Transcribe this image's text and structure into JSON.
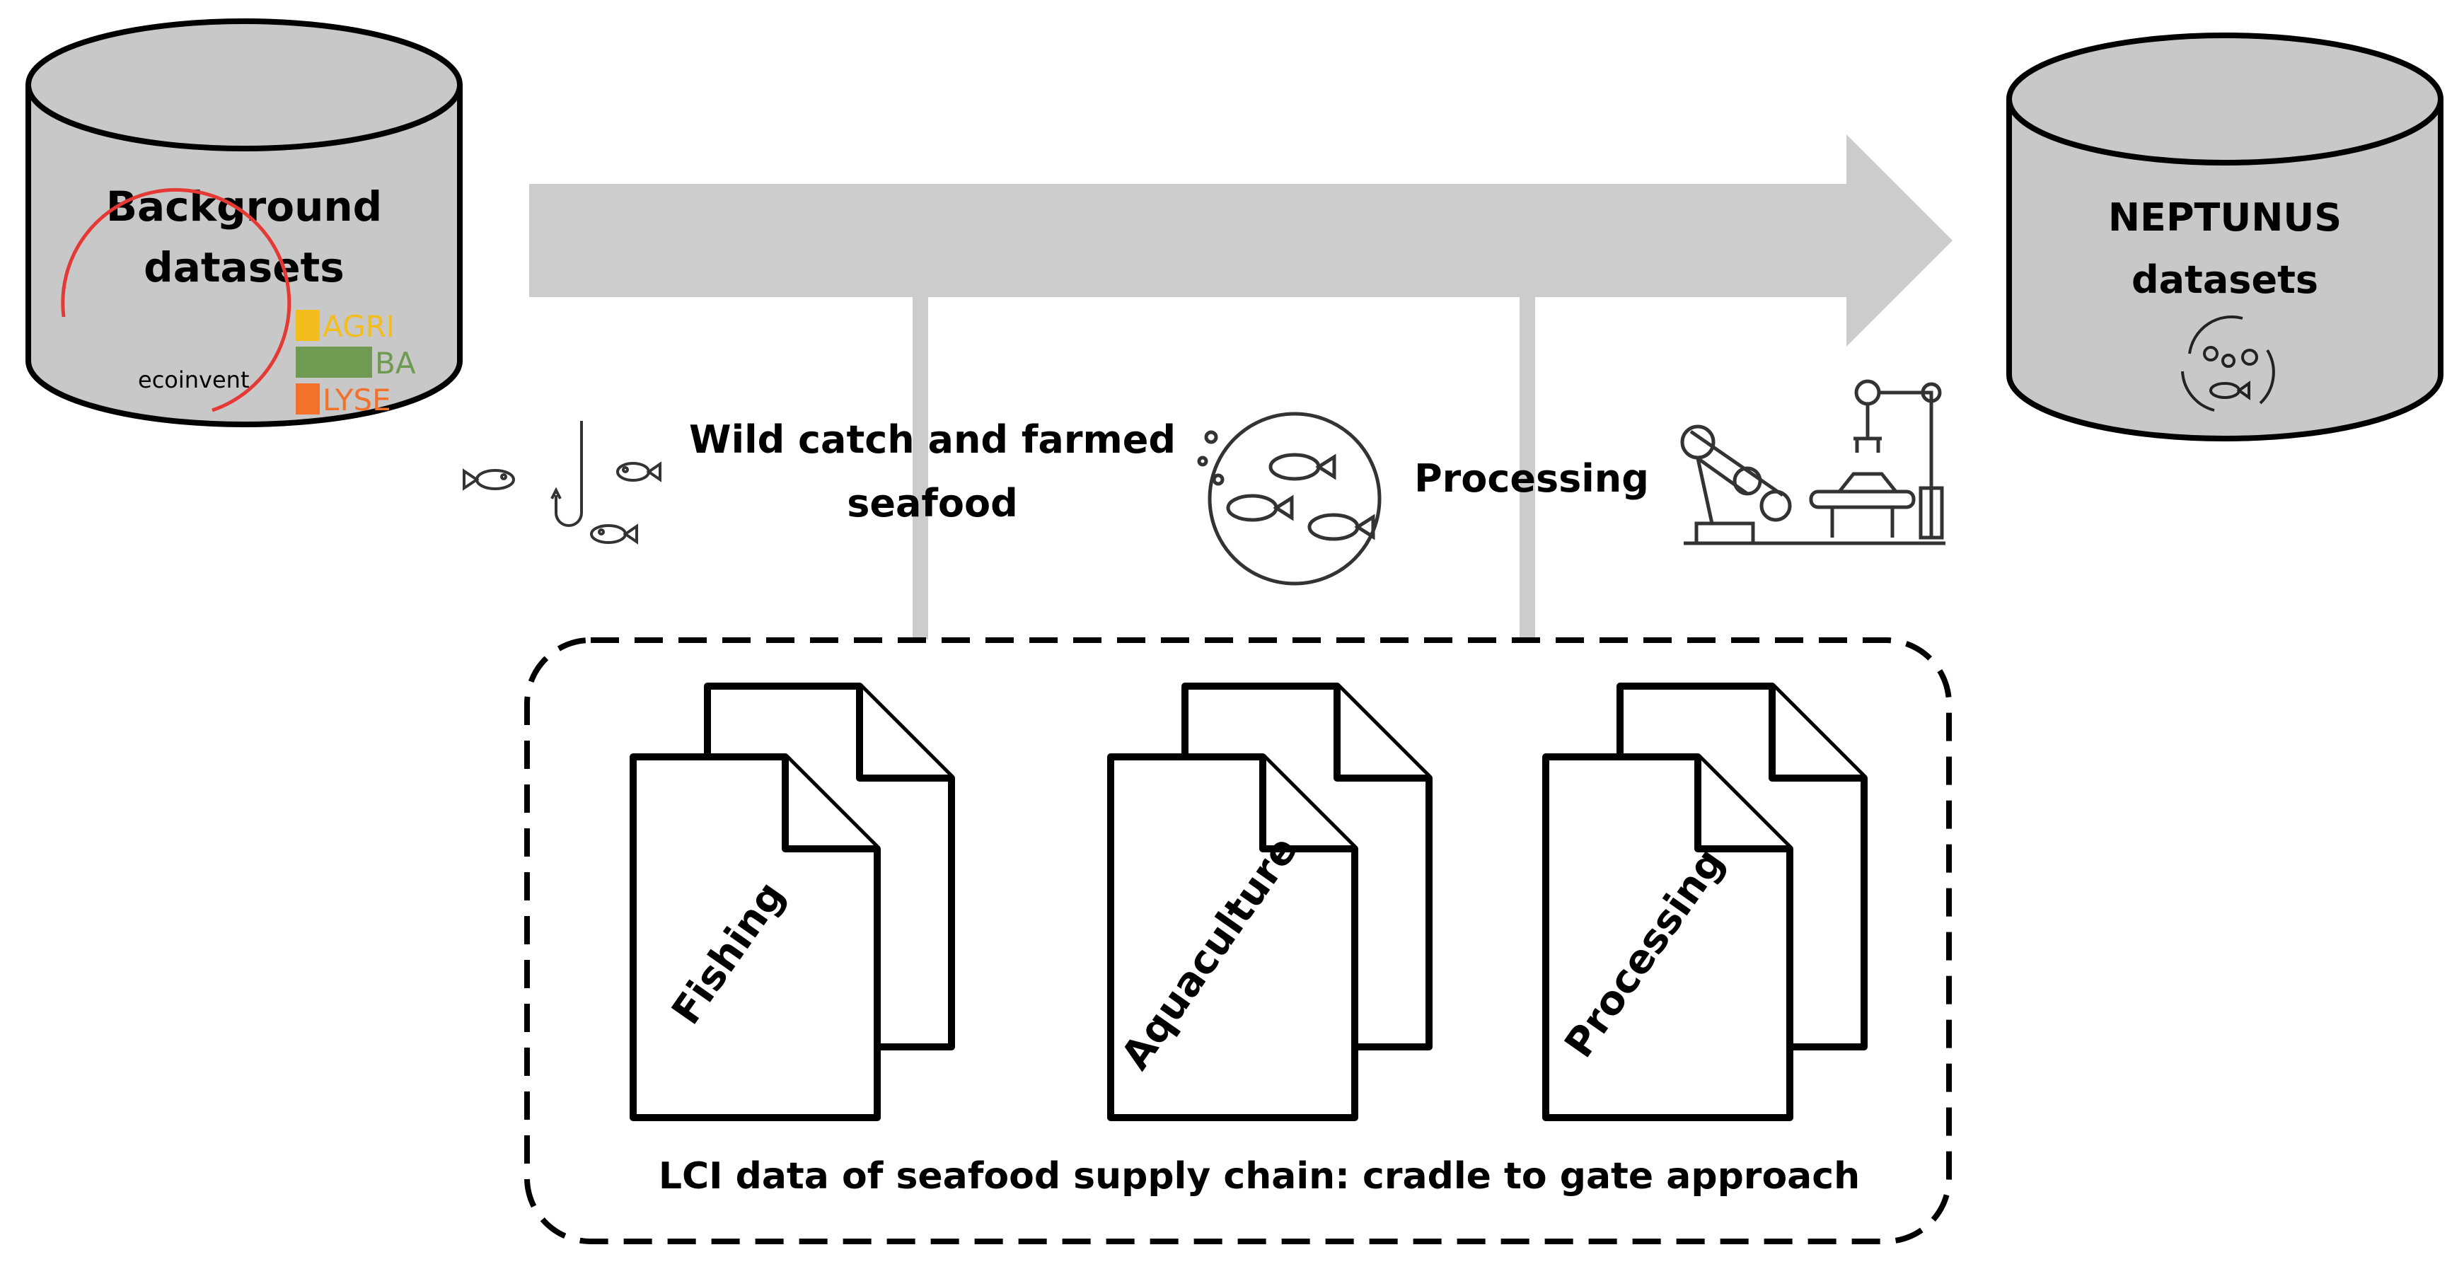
{
  "background_db": {
    "title_line1": "Background",
    "title_line2": "datasets",
    "ecoinvent_logo": "ecoinvent",
    "agribalyse_logo": [
      "AGRI",
      "BA",
      "LYSE"
    ]
  },
  "neptunus_db": {
    "title_line1": "NEPTUNUS",
    "title_line2": "datasets"
  },
  "stages": {
    "wild_catch_line1": "Wild catch and farmed",
    "wild_catch_line2": "seafood",
    "processing": "Processing"
  },
  "documents": {
    "fishing": "Fishing",
    "aquaculture": "Aquaculture",
    "processing": "Processing"
  },
  "box_caption": "LCI data of seafood supply chain: cradle to gate approach",
  "icons": {
    "hook": "fish-hook-icon",
    "fish_circle": "fish-farm-icon",
    "factory": "processing-machinery-icon",
    "neptunus_badge": "seafood-cycle-icon"
  },
  "colors": {
    "arrow": "#cccccc",
    "cylinder": "#c8c8c8",
    "ecoinvent_arc": "#e53935",
    "agri": "#f2bd1d",
    "ba": "#6f9a52",
    "lyse": "#f2722c"
  }
}
